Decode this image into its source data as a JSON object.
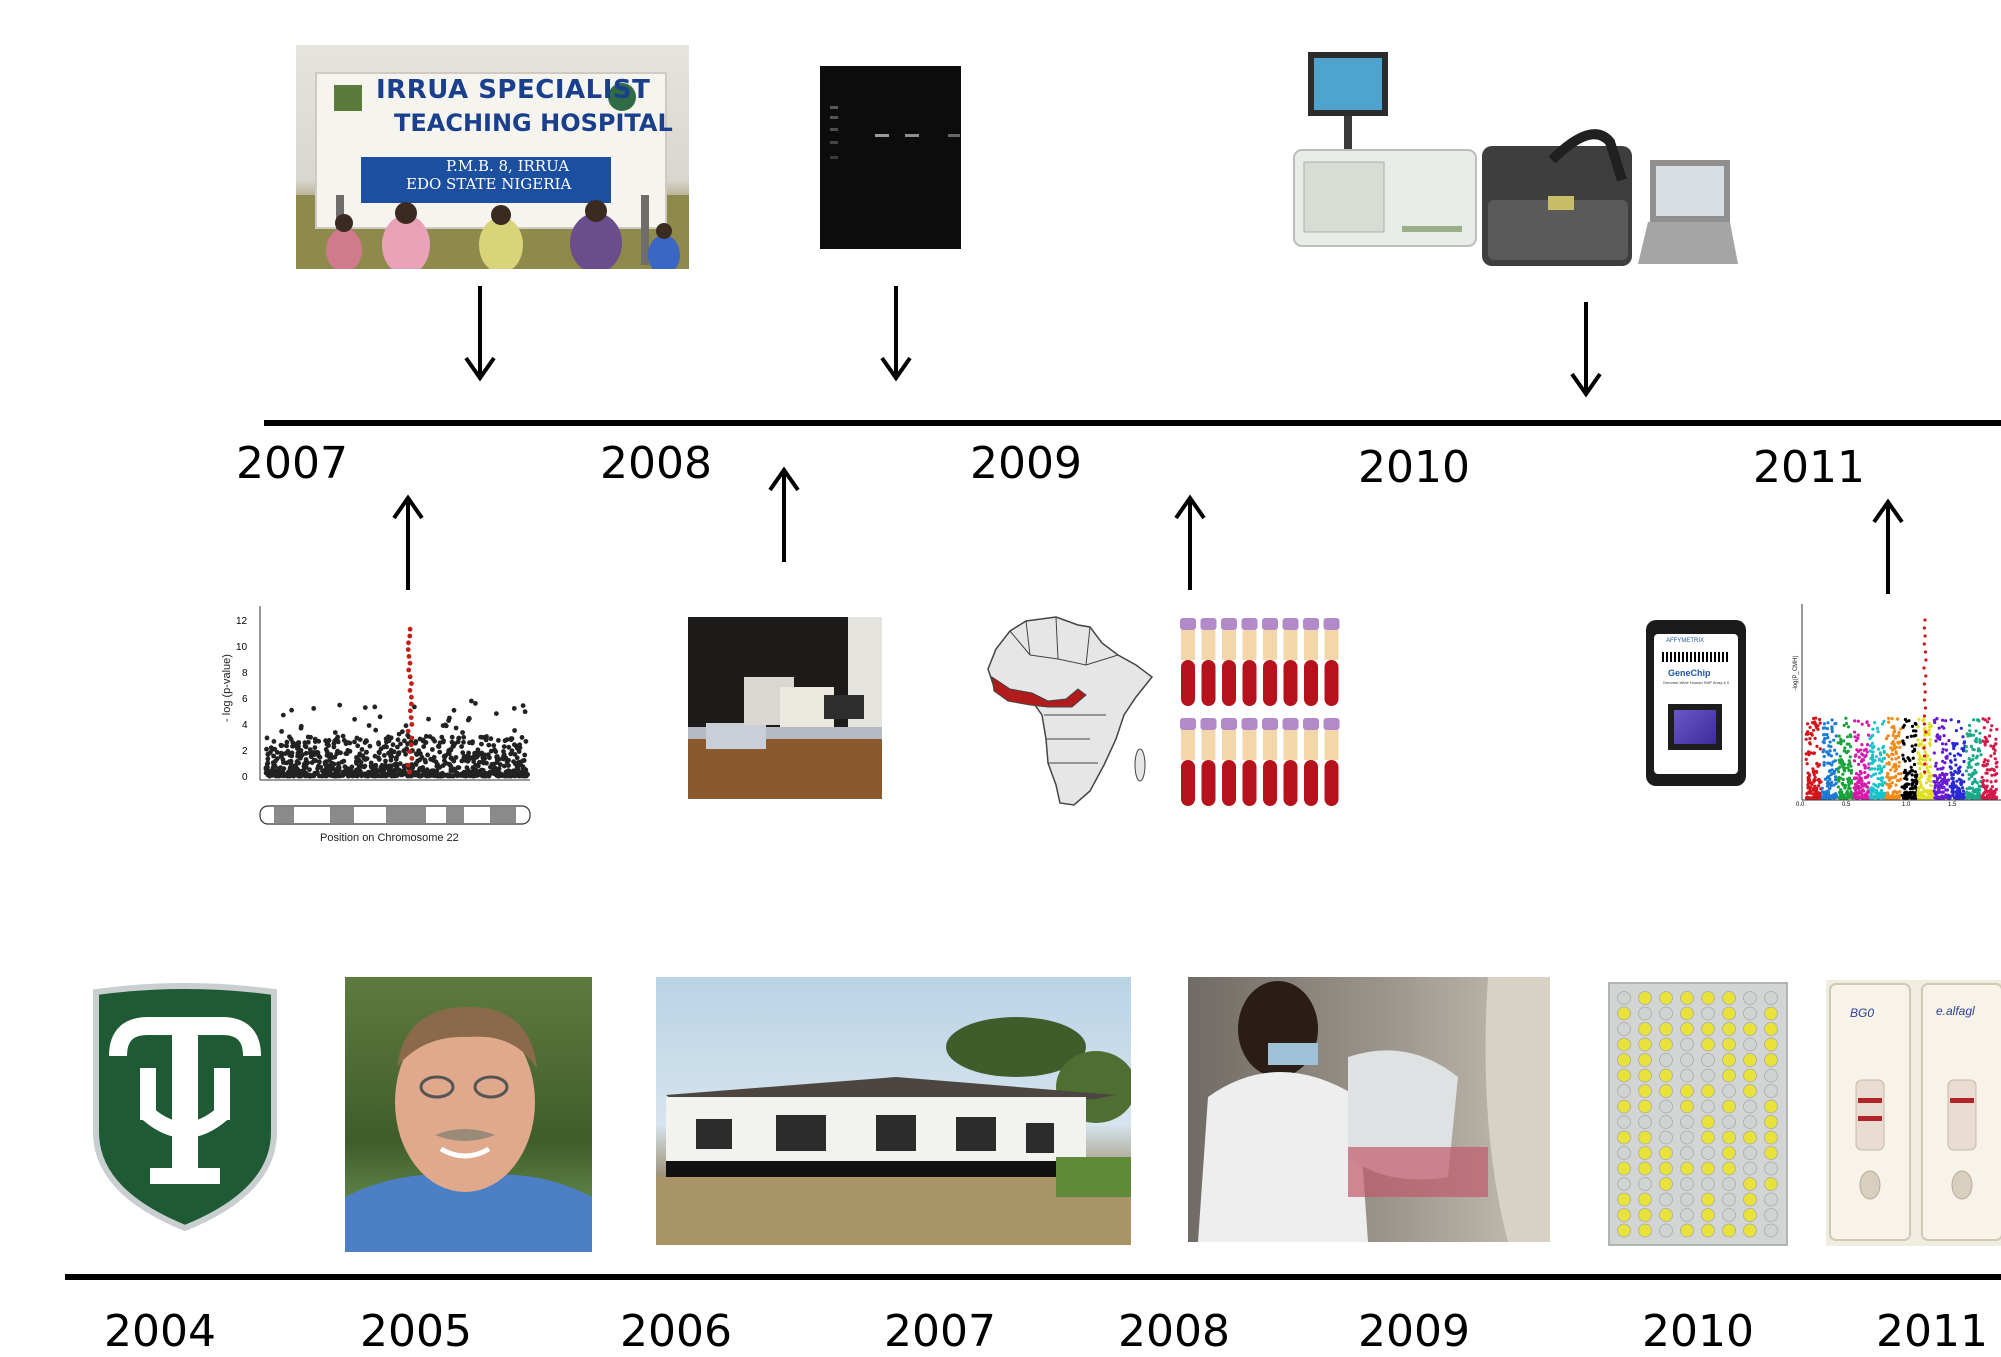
{
  "upper_timeline": {
    "years": [
      "2007",
      "2008",
      "2009",
      "2010",
      "2011"
    ]
  },
  "lower_timeline": {
    "years": [
      "2004",
      "2005",
      "2006",
      "2007",
      "2008",
      "2009",
      "2010",
      "2011"
    ]
  },
  "hospital_sign": {
    "line1": "IRRUA SPECIALIST",
    "line2": "TEACHING HOSPITAL",
    "line3": "P.M.B. 8, IRRUA",
    "line4": "EDO STATE NIGERIA"
  },
  "manhattan_plot": {
    "ylabel": "- log (p-value)",
    "yticks": [
      "0",
      "2",
      "4",
      "6",
      "8",
      "10",
      "12"
    ],
    "xlabel": "Position on Chromosome 22"
  },
  "genechip": {
    "brand": "AFFYMETRIX",
    "title": "GeneChip",
    "subtitle": "Genome-Wide Human SNP Array 6.0"
  },
  "manhattan_plot_2": {
    "ylabel": "-log(P_CMH)",
    "xticks": [
      "0.0",
      "0.5",
      "1.0",
      "1.5"
    ]
  },
  "rdt_labels": [
    "BG0",
    "e.alfagl"
  ],
  "colors": {
    "tulane_green": "#1e5a34",
    "blood_red": "#b5121b",
    "map_highlight": "#b11b1b",
    "plate_yellow": "#e8e23a"
  }
}
